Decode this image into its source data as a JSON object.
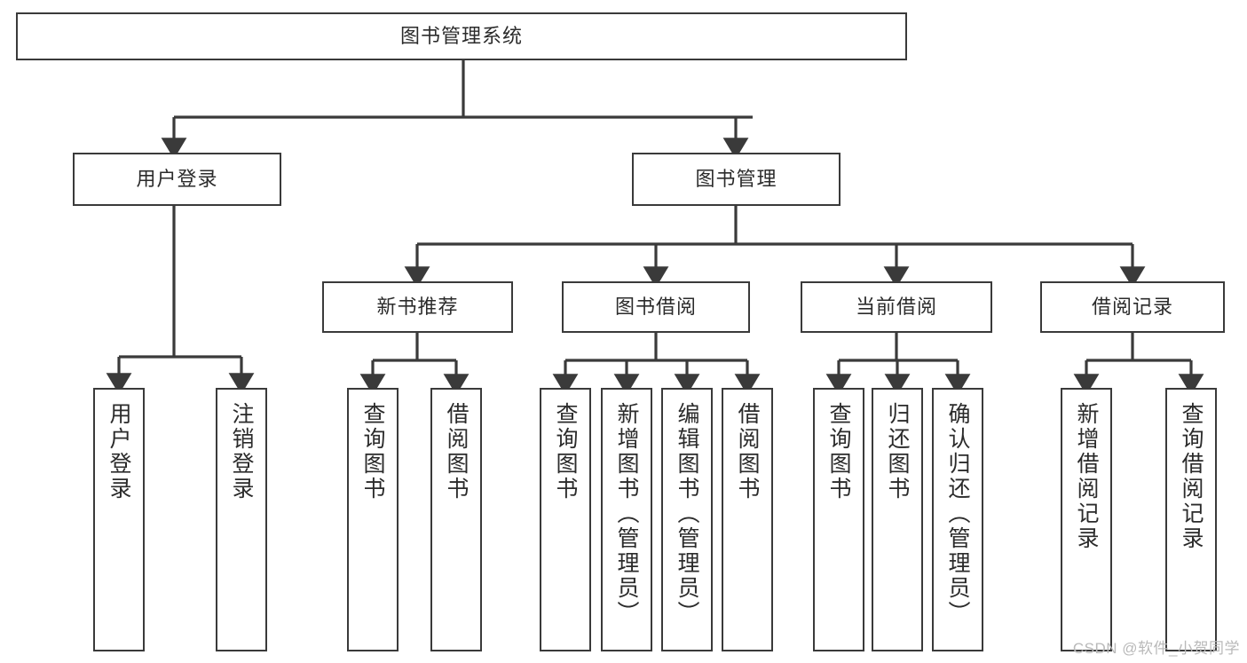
{
  "diagram": {
    "title": "图书管理系统",
    "type": "tree",
    "watermark": "CSDN @软件_小贺同学",
    "line_color": "#3a3a3a",
    "box_fill": "#ffffff",
    "text_color": "#2b2b2b",
    "nodes": {
      "root": {
        "label": "图书管理系统",
        "level": 1,
        "orientation": "horizontal"
      },
      "l2": [
        {
          "id": "user-login",
          "label": "用户登录",
          "level": 2,
          "orientation": "horizontal"
        },
        {
          "id": "book-manage",
          "label": "图书管理",
          "level": 2,
          "orientation": "horizontal"
        }
      ],
      "l3": [
        {
          "id": "new-book-rec",
          "label": "新书推荐",
          "level": 3,
          "orientation": "horizontal",
          "parent": "book-manage"
        },
        {
          "id": "book-borrow",
          "label": "图书借阅",
          "level": 3,
          "orientation": "horizontal",
          "parent": "book-manage"
        },
        {
          "id": "current-borrow",
          "label": "当前借阅",
          "level": 3,
          "orientation": "horizontal",
          "parent": "book-manage"
        },
        {
          "id": "borrow-record",
          "label": "借阅记录",
          "level": 3,
          "orientation": "horizontal",
          "parent": "book-manage"
        }
      ],
      "leaves": [
        {
          "id": "leaf-user-login",
          "label": "用户登录",
          "parent": "user-login",
          "orientation": "vertical"
        },
        {
          "id": "leaf-logout",
          "label": "注销登录",
          "parent": "user-login",
          "orientation": "vertical"
        },
        {
          "id": "leaf-query-book-1",
          "label": "查询图书",
          "parent": "new-book-rec",
          "orientation": "vertical"
        },
        {
          "id": "leaf-borrow-book-1",
          "label": "借阅图书",
          "parent": "new-book-rec",
          "orientation": "vertical"
        },
        {
          "id": "leaf-query-book-2",
          "label": "查询图书",
          "parent": "book-borrow",
          "orientation": "vertical"
        },
        {
          "id": "leaf-add-book",
          "label": "新增图书（管理员）",
          "parent": "book-borrow",
          "orientation": "vertical"
        },
        {
          "id": "leaf-edit-book",
          "label": "编辑图书（管理员）",
          "parent": "book-borrow",
          "orientation": "vertical"
        },
        {
          "id": "leaf-borrow-book-2",
          "label": "借阅图书",
          "parent": "book-borrow",
          "orientation": "vertical"
        },
        {
          "id": "leaf-query-book-3",
          "label": "查询图书",
          "parent": "current-borrow",
          "orientation": "vertical"
        },
        {
          "id": "leaf-return-book",
          "label": "归还图书",
          "parent": "current-borrow",
          "orientation": "vertical"
        },
        {
          "id": "leaf-confirm-return",
          "label": "确认归还（管理员）",
          "parent": "current-borrow",
          "orientation": "vertical"
        },
        {
          "id": "leaf-add-record",
          "label": "新增借阅记录",
          "parent": "borrow-record",
          "orientation": "vertical"
        },
        {
          "id": "leaf-query-record",
          "label": "查询借阅记录",
          "parent": "borrow-record",
          "orientation": "vertical"
        }
      ]
    }
  }
}
